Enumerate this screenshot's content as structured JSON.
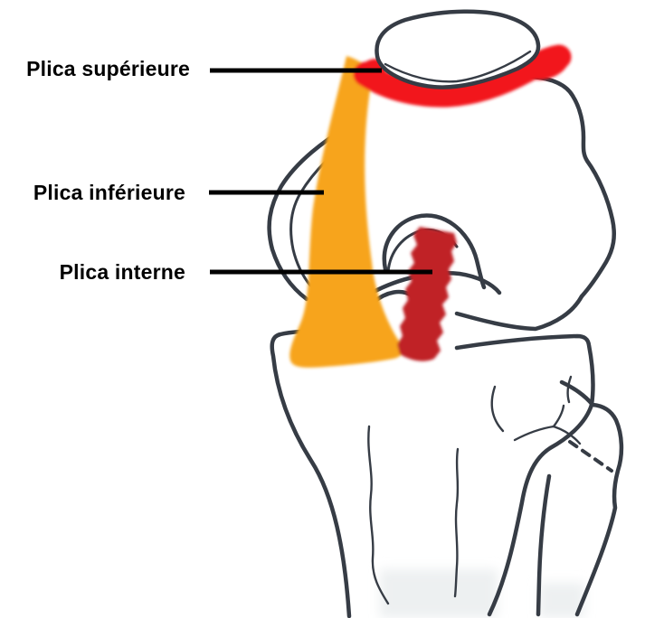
{
  "figure": {
    "type": "anatomical-diagram",
    "annotations": [
      {
        "label": "Plica supérieure",
        "color": "#F2161D"
      },
      {
        "label": "Plica inférieure",
        "color": "#F7A41C"
      },
      {
        "label": "Plica interne",
        "color": "#C02026"
      }
    ],
    "outline_color": "#363C45",
    "label_text_color": "#000000",
    "background_color": "#FFFFFF"
  }
}
